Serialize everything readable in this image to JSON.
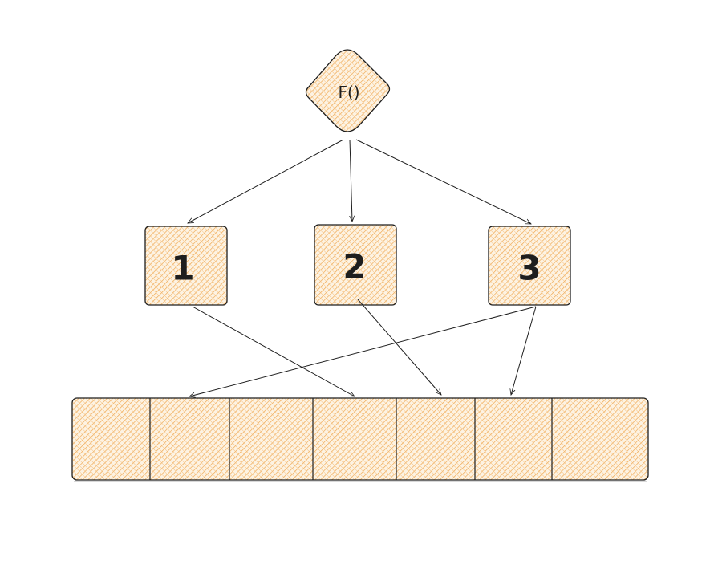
{
  "diagram": {
    "function_node": {
      "label": "F()"
    },
    "slots": [
      {
        "label": "1"
      },
      {
        "label": "2"
      },
      {
        "label": "3"
      }
    ],
    "array_cell_count": 7,
    "colors": {
      "fill": "#f5c98a",
      "hatch": "#f0a040",
      "stroke": "#1e1e1e",
      "background": "#fdf3e3"
    }
  }
}
